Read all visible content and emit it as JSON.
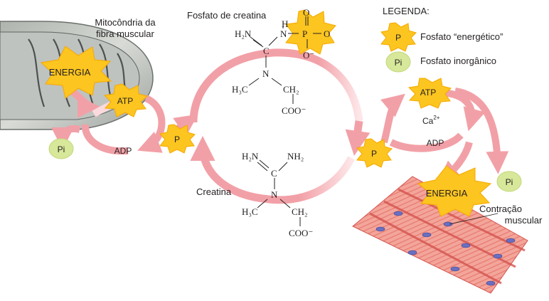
{
  "labels": {
    "mitochondria_line1": "Mitocôndria da",
    "mitochondria_line2": "fibra muscular",
    "phosphocreatine": "Fosfato de creatina",
    "creatine": "Creatina",
    "contraction_line1": "Contração",
    "contraction_line2": "muscular"
  },
  "legend": {
    "title": "LEGENDA:",
    "energetic_symbol": "P",
    "energetic_label": "Fosfato “energético”",
    "inorganic_symbol": "Pi",
    "inorganic_label": "Fosfato inorgânico"
  },
  "badges": {
    "energy_left": "ENERGIA",
    "energy_right": "ENERGIA",
    "atp_left": "ATP",
    "atp_right": "ATP",
    "adp_left": "ADP",
    "adp_right": "ADP",
    "p_left": "P",
    "p_right": "P",
    "pi_left": "Pi",
    "pi_right": "Pi",
    "calcium": "Ca",
    "calcium_charge": "2+"
  },
  "phosphocreatine_structure": {
    "h": "H",
    "o_top": "O",
    "o_right": "O",
    "o_bottom": "O⁻",
    "n": "N",
    "p": "P",
    "nh2": "H₂N",
    "c": "C",
    "n_center": "N",
    "h3c": "H₃C",
    "ch2": "CH₂",
    "coo": "COO⁻"
  },
  "creatine_structure": {
    "h2n": "H₂N",
    "nh2": "NH₂",
    "c": "C",
    "n": "N",
    "h3c": "H₃C",
    "ch2": "CH₂",
    "coo": "COO⁻"
  },
  "colors": {
    "arrow": "#f2a0a7",
    "arrow_light": "#fbd9dc",
    "burst": "#fcc520",
    "burst_stroke": "#f6a800",
    "pi_fill": "#d7e89a",
    "mito_body": "#c9ccc8",
    "mito_dark": "#5f6462",
    "muscle": "#f08f84",
    "muscle_dark": "#d4534f",
    "nucleus": "#6a6fc0"
  }
}
